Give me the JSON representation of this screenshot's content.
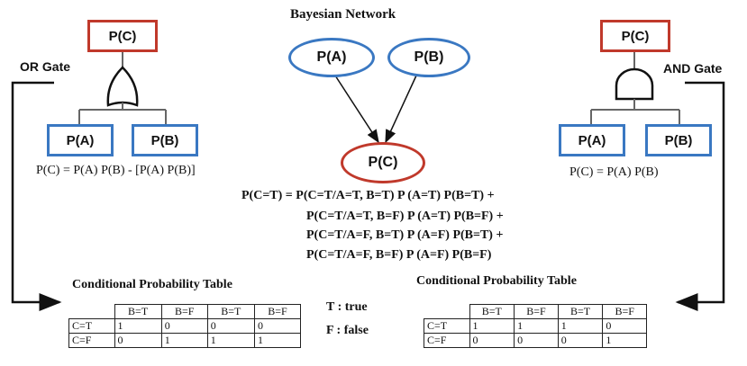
{
  "title": "Bayesian Network",
  "bayes": {
    "node_a": "P(A)",
    "node_b": "P(B)",
    "node_c": "P(C)",
    "equation": [
      "P(C=T) = P(C=T/A=T, B=T) P (A=T) P(B=T) +",
      "P(C=T/A=T, B=F) P (A=T) P(B=F) +",
      "P(C=T/A=F, B=T) P (A=F) P(B=T) +",
      "P(C=T/A=F, B=F) P (A=F) P(B=F)"
    ]
  },
  "or_gate": {
    "label": "OR Gate",
    "output": "P(C)",
    "input_a": "P(A)",
    "input_b": "P(B)",
    "formula": "P(C) = P(A) P(B) - [P(A) P(B)]"
  },
  "and_gate": {
    "label": "AND Gate",
    "output": "P(C)",
    "input_a": "P(A)",
    "input_b": "P(B)",
    "formula": "P(C) = P(A) P(B)"
  },
  "legend": {
    "true": "T : true",
    "false": "F : false"
  },
  "cpt_left": {
    "title": "Conditional Probability Table",
    "headers": [
      "B=T",
      "B=F",
      "B=T",
      "B=F"
    ],
    "rows": [
      {
        "label": "C=T",
        "values": [
          "1",
          "0",
          "0",
          "0"
        ]
      },
      {
        "label": "C=F",
        "values": [
          "0",
          "1",
          "1",
          "1"
        ]
      }
    ]
  },
  "cpt_right": {
    "title": "Conditional Probability Table",
    "headers": [
      "B=T",
      "B=F",
      "B=T",
      "B=F"
    ],
    "rows": [
      {
        "label": "C=T",
        "values": [
          "1",
          "1",
          "1",
          "0"
        ]
      },
      {
        "label": "C=F",
        "values": [
          "0",
          "0",
          "0",
          "1"
        ]
      }
    ]
  },
  "colors": {
    "red": "#c0392b",
    "blue": "#3a78c2"
  }
}
